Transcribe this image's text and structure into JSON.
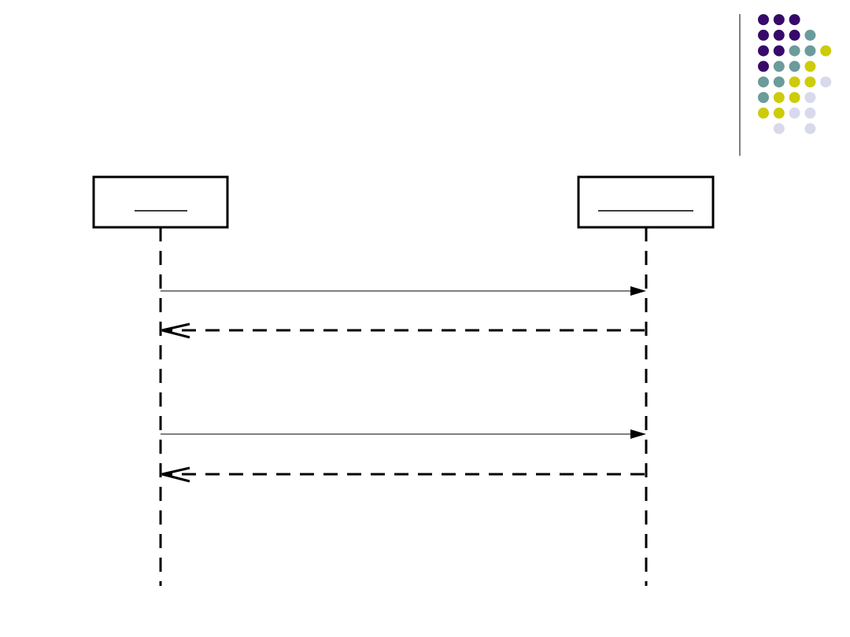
{
  "slide": {
    "background": "#ffffff",
    "decoration": {
      "palette": {
        "purple": "#36096a",
        "teal": "#6b9b9b",
        "yellow": "#cccc0a",
        "lavender": "#d9d9ec"
      },
      "rows": [
        [
          "purple",
          "purple",
          "purple",
          null,
          null
        ],
        [
          "purple",
          "purple",
          "purple",
          "teal",
          null
        ],
        [
          "purple",
          "purple",
          "teal",
          "teal",
          "yellow"
        ],
        [
          "purple",
          "teal",
          "teal",
          "yellow",
          null
        ],
        [
          "teal",
          "teal",
          "yellow",
          "yellow",
          "lavender"
        ],
        [
          "teal",
          "yellow",
          "yellow",
          "lavender",
          null
        ],
        [
          "yellow",
          "yellow",
          "lavender",
          "lavender",
          null
        ],
        [
          null,
          "lavender",
          null,
          "lavender",
          null
        ]
      ]
    }
  },
  "diagram": {
    "type": "sequence",
    "line_color": "#000000",
    "lifelines": [
      {
        "id": "left",
        "label": ""
      },
      {
        "id": "right",
        "label": ""
      }
    ],
    "messages": [
      {
        "from": "left",
        "to": "right",
        "kind": "synchronous-call",
        "label": ""
      },
      {
        "from": "right",
        "to": "left",
        "kind": "return",
        "label": ""
      },
      {
        "from": "left",
        "to": "right",
        "kind": "synchronous-call",
        "label": ""
      },
      {
        "from": "right",
        "to": "left",
        "kind": "return",
        "label": ""
      }
    ]
  }
}
